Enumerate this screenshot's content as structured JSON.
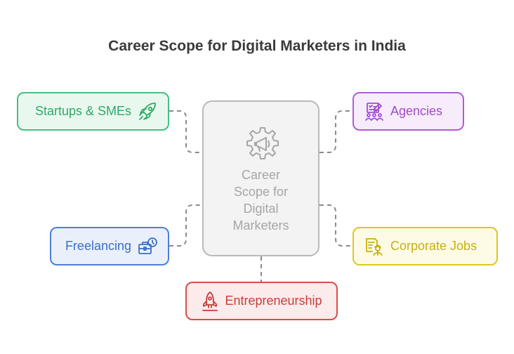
{
  "title": "Career Scope for Digital Marketers in India",
  "center": {
    "label_lines": [
      "Career",
      "Scope for",
      "Digital",
      "Marketers"
    ],
    "icon": "megaphone-gear-icon"
  },
  "nodes": [
    {
      "id": "startups",
      "label": "Startups & SMEs",
      "icon": "rocket-icon",
      "color": "#45c07f"
    },
    {
      "id": "agencies",
      "label": "Agencies",
      "icon": "team-clipboard-icon",
      "color": "#b25ad6"
    },
    {
      "id": "freelancing",
      "label": "Freelancing",
      "icon": "briefcase-clock-icon",
      "color": "#4d7fd4"
    },
    {
      "id": "corporate",
      "label": "Corporate Jobs",
      "icon": "corporate-worker-icon",
      "color": "#d9c822"
    },
    {
      "id": "entrepreneurship",
      "label": "Entrepreneurship",
      "icon": "launch-rocket-icon",
      "color": "#d94c4c"
    }
  ]
}
